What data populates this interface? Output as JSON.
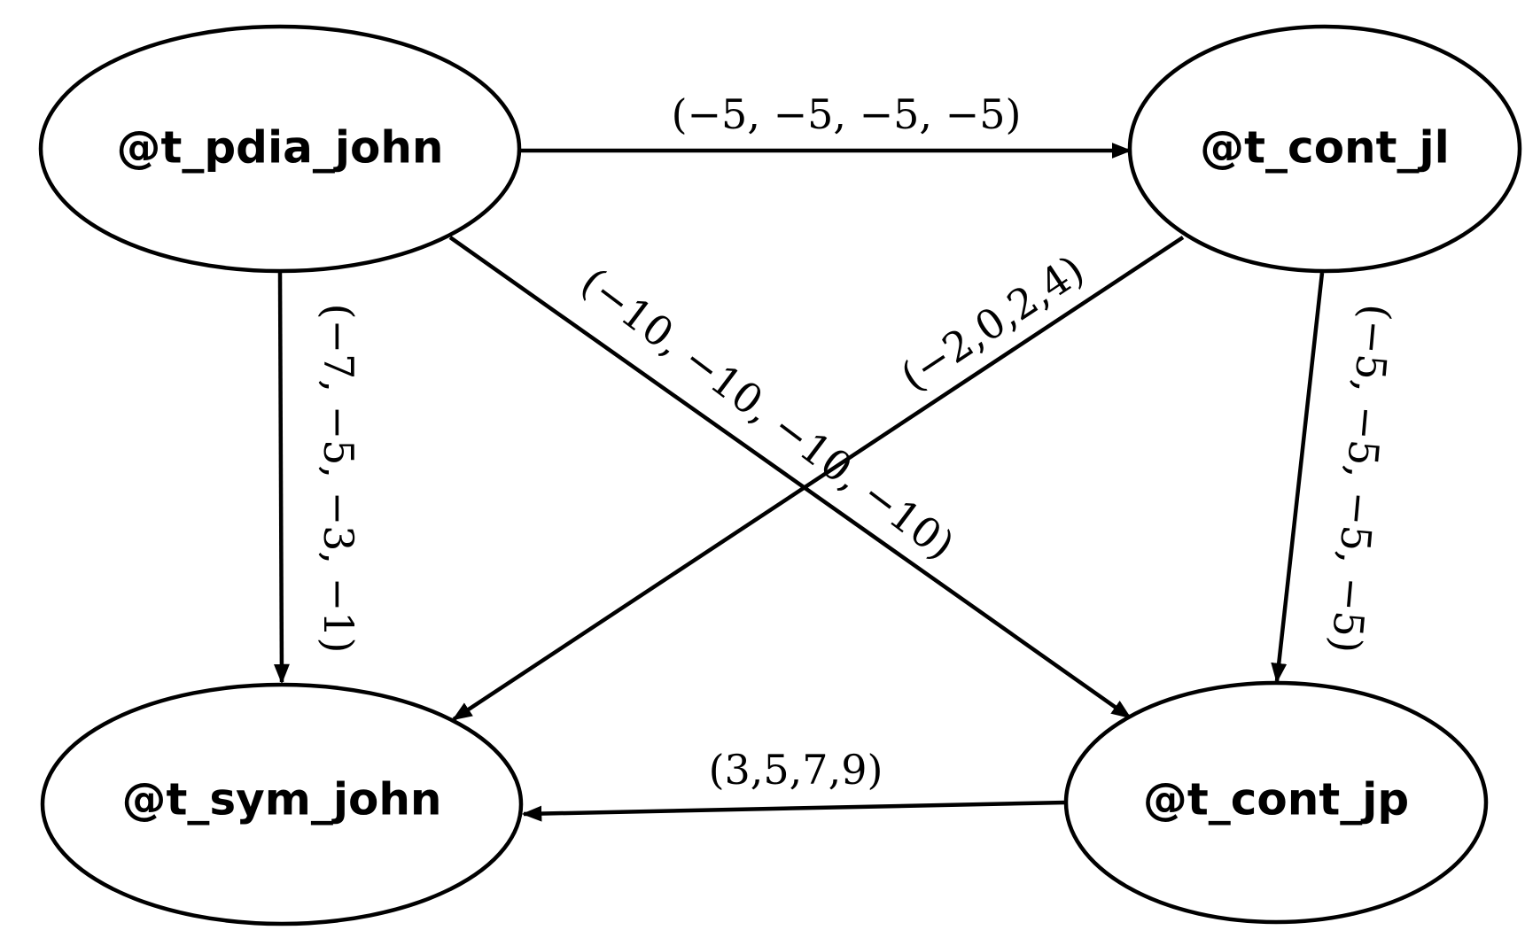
{
  "colors": {
    "stroke": "#000000",
    "background": "#ffffff"
  },
  "nodes": [
    {
      "id": "pdia",
      "label": "@t_pdia_john"
    },
    {
      "id": "cont_jl",
      "label": "@t_cont_jl"
    },
    {
      "id": "sym",
      "label": "@t_sym_john"
    },
    {
      "id": "cont_jp",
      "label": "@t_cont_jp"
    }
  ],
  "edges": [
    {
      "id": "pdia-to-cont-jl",
      "from": "pdia",
      "to": "cont_jl",
      "label": "(−5, −5, −5, −5)"
    },
    {
      "id": "pdia-to-sym",
      "from": "pdia",
      "to": "sym",
      "label": "(−7, −5, −3, −1)"
    },
    {
      "id": "pdia-to-cont-jp",
      "from": "pdia",
      "to": "cont_jp",
      "label": "(−10, −10, −10, −10)"
    },
    {
      "id": "cont-jl-to-sym",
      "from": "cont_jl",
      "to": "sym",
      "label": "(−2,0,2,4)"
    },
    {
      "id": "cont-jl-to-cont-jp",
      "from": "cont_jl",
      "to": "cont_jp",
      "label": "(−5, −5, −5, −5)"
    },
    {
      "id": "cont-jp-to-sym",
      "from": "cont_jp",
      "to": "sym",
      "label": "(3,5,7,9)"
    }
  ]
}
